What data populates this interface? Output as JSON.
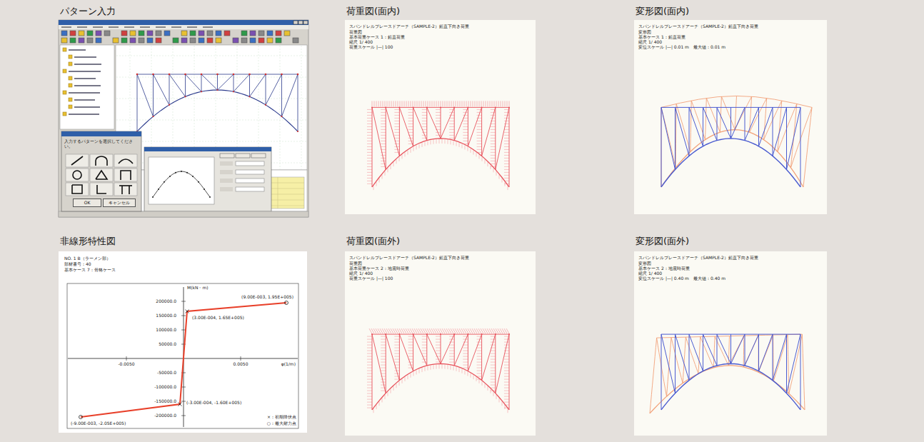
{
  "diagram": {
    "nodes": [
      {
        "text": [
          "パターン入力"
        ]
      },
      {
        "text": [
          "入力するパターンを選択してください。"
        ],
        "in": 0
      },
      {
        "text": [
          "OK"
        ],
        "in": 1
      },
      {
        "text": [
          "キャンセル"
        ],
        "in": 1
      },
      {
        "text": [
          "荷重図(面内)"
        ]
      },
      {
        "text": [
          "スパンドレルブレースドアーチ（SAMPLE-2）鉛直下向き荷重",
          "荷重図",
          "基本荷重ケース 1：鉛直荷重",
          "縮尺 1/ 400",
          "荷重スケール |—| 100"
        ],
        "in": 4
      },
      {
        "text": [
          "変形図(面内)"
        ]
      },
      {
        "text": [
          "スパンドレルブレースドアーチ（SAMPLE-2）鉛直下向き荷重",
          "変形図",
          "基本ケース 1：鉛直荷重",
          "縮尺 1/ 400",
          "変位スケール |—| 0.01 m　最大値：0.01 m"
        ],
        "in": 6
      },
      {
        "text": [
          "非線形特性図"
        ]
      },
      {
        "text": [
          "NO. 1 B（ラーメン部）",
          "部材番号：40",
          "基本ケース 7：骨格ケース"
        ],
        "in": 8
      },
      {
        "text": [
          "荷重図(面外)"
        ]
      },
      {
        "text": [
          "スパンドレルブレースドアーチ（SAMPLE-2）鉛直下向き荷重",
          "荷重図",
          "基本荷重ケース 2：地震時荷重",
          "縮尺 1/ 400",
          "荷重スケール |—| 100"
        ],
        "in": 10
      },
      {
        "text": [
          "変形図(面外)"
        ]
      },
      {
        "text": [
          "スパンドレルブレースドアーチ（SAMPLE-2）鉛直下向き荷重",
          "変形図",
          "基本ケース 2：地震時荷重",
          "縮尺 1/ 400",
          "変位スケール |—| 0.40 m　最大値：0.40 m"
        ],
        "in": 12
      }
    ],
    "labels": [
      "200000.0",
      "150000.0",
      "100000.0",
      "50000.0",
      "-50000.0",
      "-100000.0",
      "-150000.0",
      "-200000.0",
      "-0.0050",
      "0.0050",
      "M(kN・m)",
      "φ(1/m)",
      "(9.00E-003, 1.95E+005)",
      "(3.00E-004, 1.65E+005)",
      "(-3.00E-004, -1.60E+005)",
      "(-9.00E-003, -2.05E+005)"
    ],
    "legend": [
      {
        "text": "×：初期降伏点"
      },
      {
        "text": "○：最大耐力点"
      }
    ]
  }
}
